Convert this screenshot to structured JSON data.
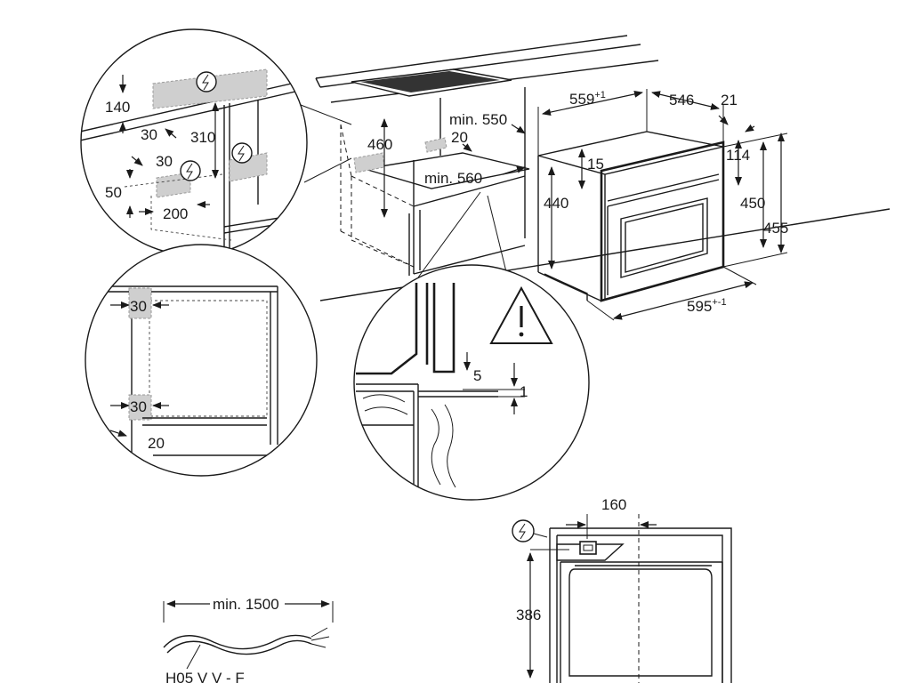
{
  "diagram": {
    "labels": {
      "d140": "140",
      "d30a": "30",
      "d310": "310",
      "d30b": "30",
      "d50": "50",
      "d200": "200",
      "d460": "460",
      "min550": "min. 550",
      "d20a": "20",
      "min560": "min. 560",
      "d559": "559",
      "d559sup": "+1",
      "d546": "546",
      "d21": "21",
      "d15": "15",
      "d114": "114",
      "d440": "440",
      "d450": "450",
      "d455": "455",
      "d595": "595",
      "d595sup": "+-1",
      "d30c": "30",
      "d30d": "30",
      "d20b": "20",
      "d5": "5",
      "d1": "1",
      "d160": "160",
      "d386": "386",
      "min1500": "min. 1500",
      "cable": "H05 V V - F"
    },
    "icons": {
      "electric": "electric-connection-icon",
      "warning": "warning-triangle-icon"
    }
  }
}
